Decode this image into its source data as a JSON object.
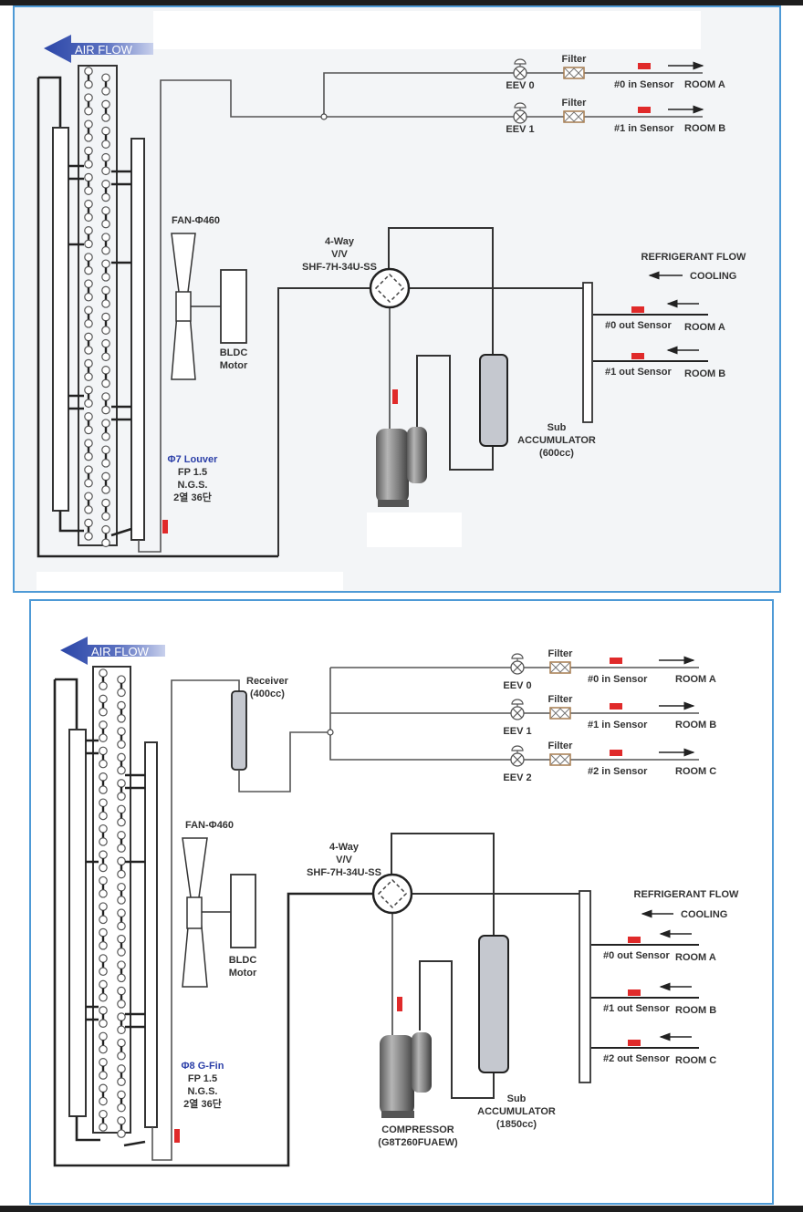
{
  "diagrams": [
    {
      "air_flow": "AIR FLOW",
      "fan": "FAN-Φ460",
      "motor": [
        "BLDC",
        "Motor"
      ],
      "valve": [
        "4-Way",
        "V/V",
        "SHF-7H-34U-SS"
      ],
      "coil_spec": {
        "type": "Φ7 Louver",
        "fp": "FP 1.5",
        "ngs": "N.G.S.",
        "rows": "2열 36단"
      },
      "refrigerant_flow": "REFRIGERANT FLOW",
      "cooling": "COOLING",
      "accumulator": [
        "Sub",
        "ACCUMULATOR",
        "(600cc)"
      ],
      "compressor": [],
      "inlets": [
        {
          "eev": "EEV 0",
          "filter": "Filter",
          "sensor": "#0 in Sensor",
          "room": "ROOM A"
        },
        {
          "eev": "EEV 1",
          "filter": "Filter",
          "sensor": "#1 in Sensor",
          "room": "ROOM B"
        }
      ],
      "outlets": [
        {
          "sensor": "#0 out Sensor",
          "room": "ROOM A"
        },
        {
          "sensor": "#1 out Sensor",
          "room": "ROOM B"
        }
      ]
    },
    {
      "air_flow": "AIR FLOW",
      "fan": "FAN-Φ460",
      "motor": [
        "BLDC",
        "Motor"
      ],
      "valve": [
        "4-Way",
        "V/V",
        "SHF-7H-34U-SS"
      ],
      "receiver": [
        "Receiver",
        "(400cc)"
      ],
      "coil_spec": {
        "type": "Φ8 G-Fin",
        "fp": "FP 1.5",
        "ngs": "N.G.S.",
        "rows": "2열 36단"
      },
      "refrigerant_flow": "REFRIGERANT FLOW",
      "cooling": "COOLING",
      "accumulator": [
        "Sub",
        "ACCUMULATOR",
        "(1850cc)"
      ],
      "compressor": [
        "COMPRESSOR",
        "(G8T260FUAEW)"
      ],
      "inlets": [
        {
          "eev": "EEV 0",
          "filter": "Filter",
          "sensor": "#0 in Sensor",
          "room": "ROOM A"
        },
        {
          "eev": "EEV 1",
          "filter": "Filter",
          "sensor": "#1 in Sensor",
          "room": "ROOM B"
        },
        {
          "eev": "EEV 2",
          "filter": "Filter",
          "sensor": "#2 in Sensor",
          "room": "ROOM C"
        }
      ],
      "outlets": [
        {
          "sensor": "#0 out Sensor",
          "room": "ROOM A"
        },
        {
          "sensor": "#1 out Sensor",
          "room": "ROOM B"
        },
        {
          "sensor": "#2 out Sensor",
          "room": "ROOM C"
        }
      ]
    }
  ],
  "colors": {
    "panel_border": "#4e9ad6",
    "panel_bg": "#f3f5f7",
    "sensor": "#e02a2a",
    "airflow": "#2c47a8",
    "filter": "#a57b4f"
  }
}
